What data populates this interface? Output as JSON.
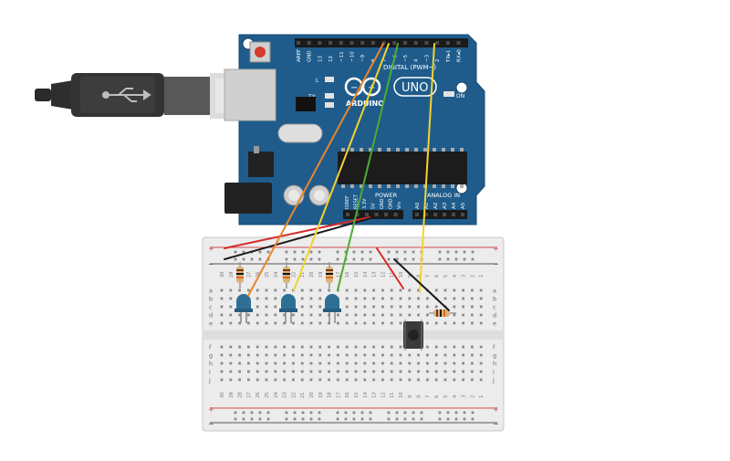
{
  "arduino": {
    "digital_header_label": "DIGITAL (PWM~)",
    "digital_pins": [
      "AREF",
      "GND",
      "13",
      "12",
      "~11",
      "~10",
      "~9",
      "8",
      "7",
      "~6",
      "~5",
      "4",
      "~3",
      "2",
      "TX▸1",
      "RX◂0"
    ],
    "power_label": "POWER",
    "analog_label": "ANALOG IN",
    "power_pins": [
      "IOREF",
      "RESET",
      "3.3V",
      "5V",
      "GND",
      "GND",
      "Vin"
    ],
    "analog_pins": [
      "A0",
      "A1",
      "A2",
      "A3",
      "A4",
      "A5"
    ],
    "logo_text": "ARDUINO",
    "model_text": "UNO",
    "on_label": "ON",
    "l_label": "L",
    "tx_label": "TX",
    "rx_label": "RX",
    "board_color": "#1f5c8c"
  },
  "breadboard": {
    "rail_plus": "+",
    "rail_minus": "−",
    "rows_top": [
      "a",
      "b",
      "c",
      "d",
      "e"
    ],
    "rows_bottom": [
      "f",
      "g",
      "h",
      "i",
      "j"
    ],
    "column_numbers": [
      "30",
      "29",
      "28",
      "27",
      "26",
      "25",
      "24",
      "23",
      "22",
      "21",
      "20",
      "19",
      "18",
      "17",
      "16",
      "15",
      "14",
      "13",
      "12",
      "11",
      "10",
      "9",
      "8",
      "7",
      "6",
      "5",
      "4",
      "3",
      "2",
      "1"
    ]
  },
  "components": {
    "leds": 3,
    "resistors": 4,
    "pushbutton": 1,
    "led_color": "#2d6f95"
  },
  "wire_colors": {
    "red": "#d42a2a",
    "black": "#1a1a1a",
    "orange": "#e8862a",
    "green": "#4dac2e",
    "yellow": "#f2d42c"
  }
}
